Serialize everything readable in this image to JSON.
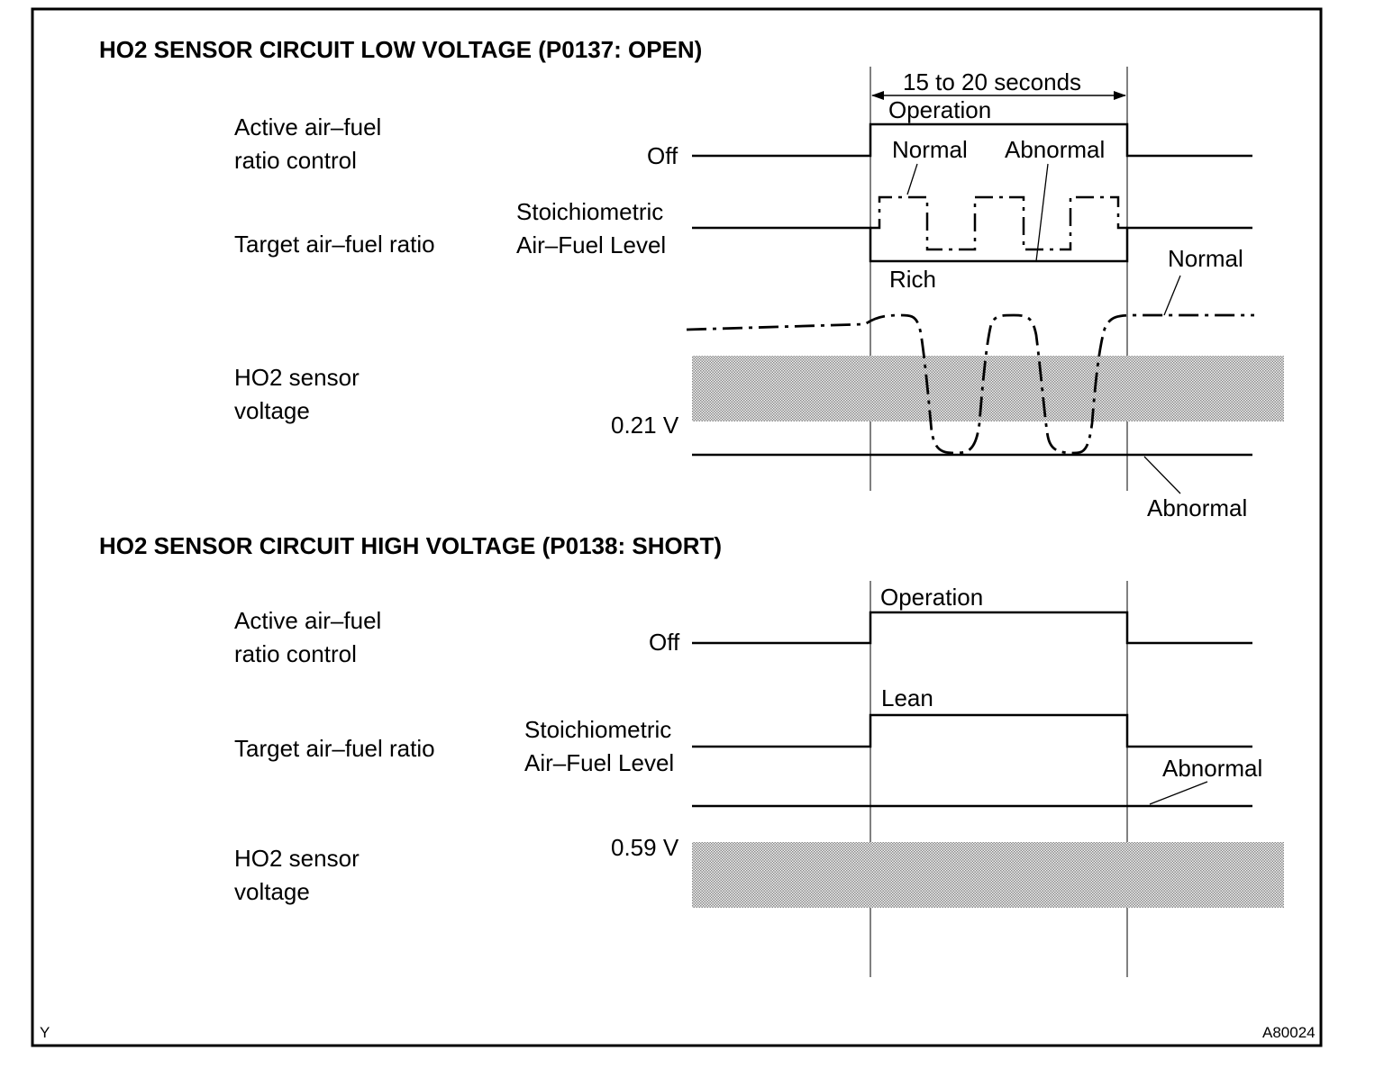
{
  "section_low": {
    "title": "HO2 SENSOR CIRCUIT LOW VOLTAGE (P0137: OPEN)",
    "duration": "15 to 20 seconds",
    "active_label_1": "Active air–fuel",
    "active_label_2": "ratio control",
    "off": "Off",
    "operation": "Operation",
    "normal": "Normal",
    "abnormal": "Abnormal",
    "target_label": "Target air–fuel ratio",
    "stoich_1": "Stoichiometric",
    "stoich_2": "Air–Fuel Level",
    "rich": "Rich",
    "sensor_label_1": "HO2 sensor",
    "sensor_label_2": "voltage",
    "threshold": "0.21 V",
    "sensor_normal": "Normal",
    "sensor_abnormal": "Abnormal"
  },
  "section_high": {
    "title": "HO2 SENSOR CIRCUIT HIGH VOLTAGE (P0138: SHORT)",
    "active_label_1": "Active air–fuel",
    "active_label_2": "ratio control",
    "off": "Off",
    "operation": "Operation",
    "target_label": "Target air–fuel ratio",
    "stoich_1": "Stoichiometric",
    "stoich_2": "Air–Fuel Level",
    "lean": "Lean",
    "sensor_label_1": "HO2 sensor",
    "sensor_label_2": "voltage",
    "threshold": "0.59 V",
    "sensor_abnormal": "Abnormal"
  },
  "footer": {
    "left_code": "Y",
    "right_code": "A80024"
  }
}
